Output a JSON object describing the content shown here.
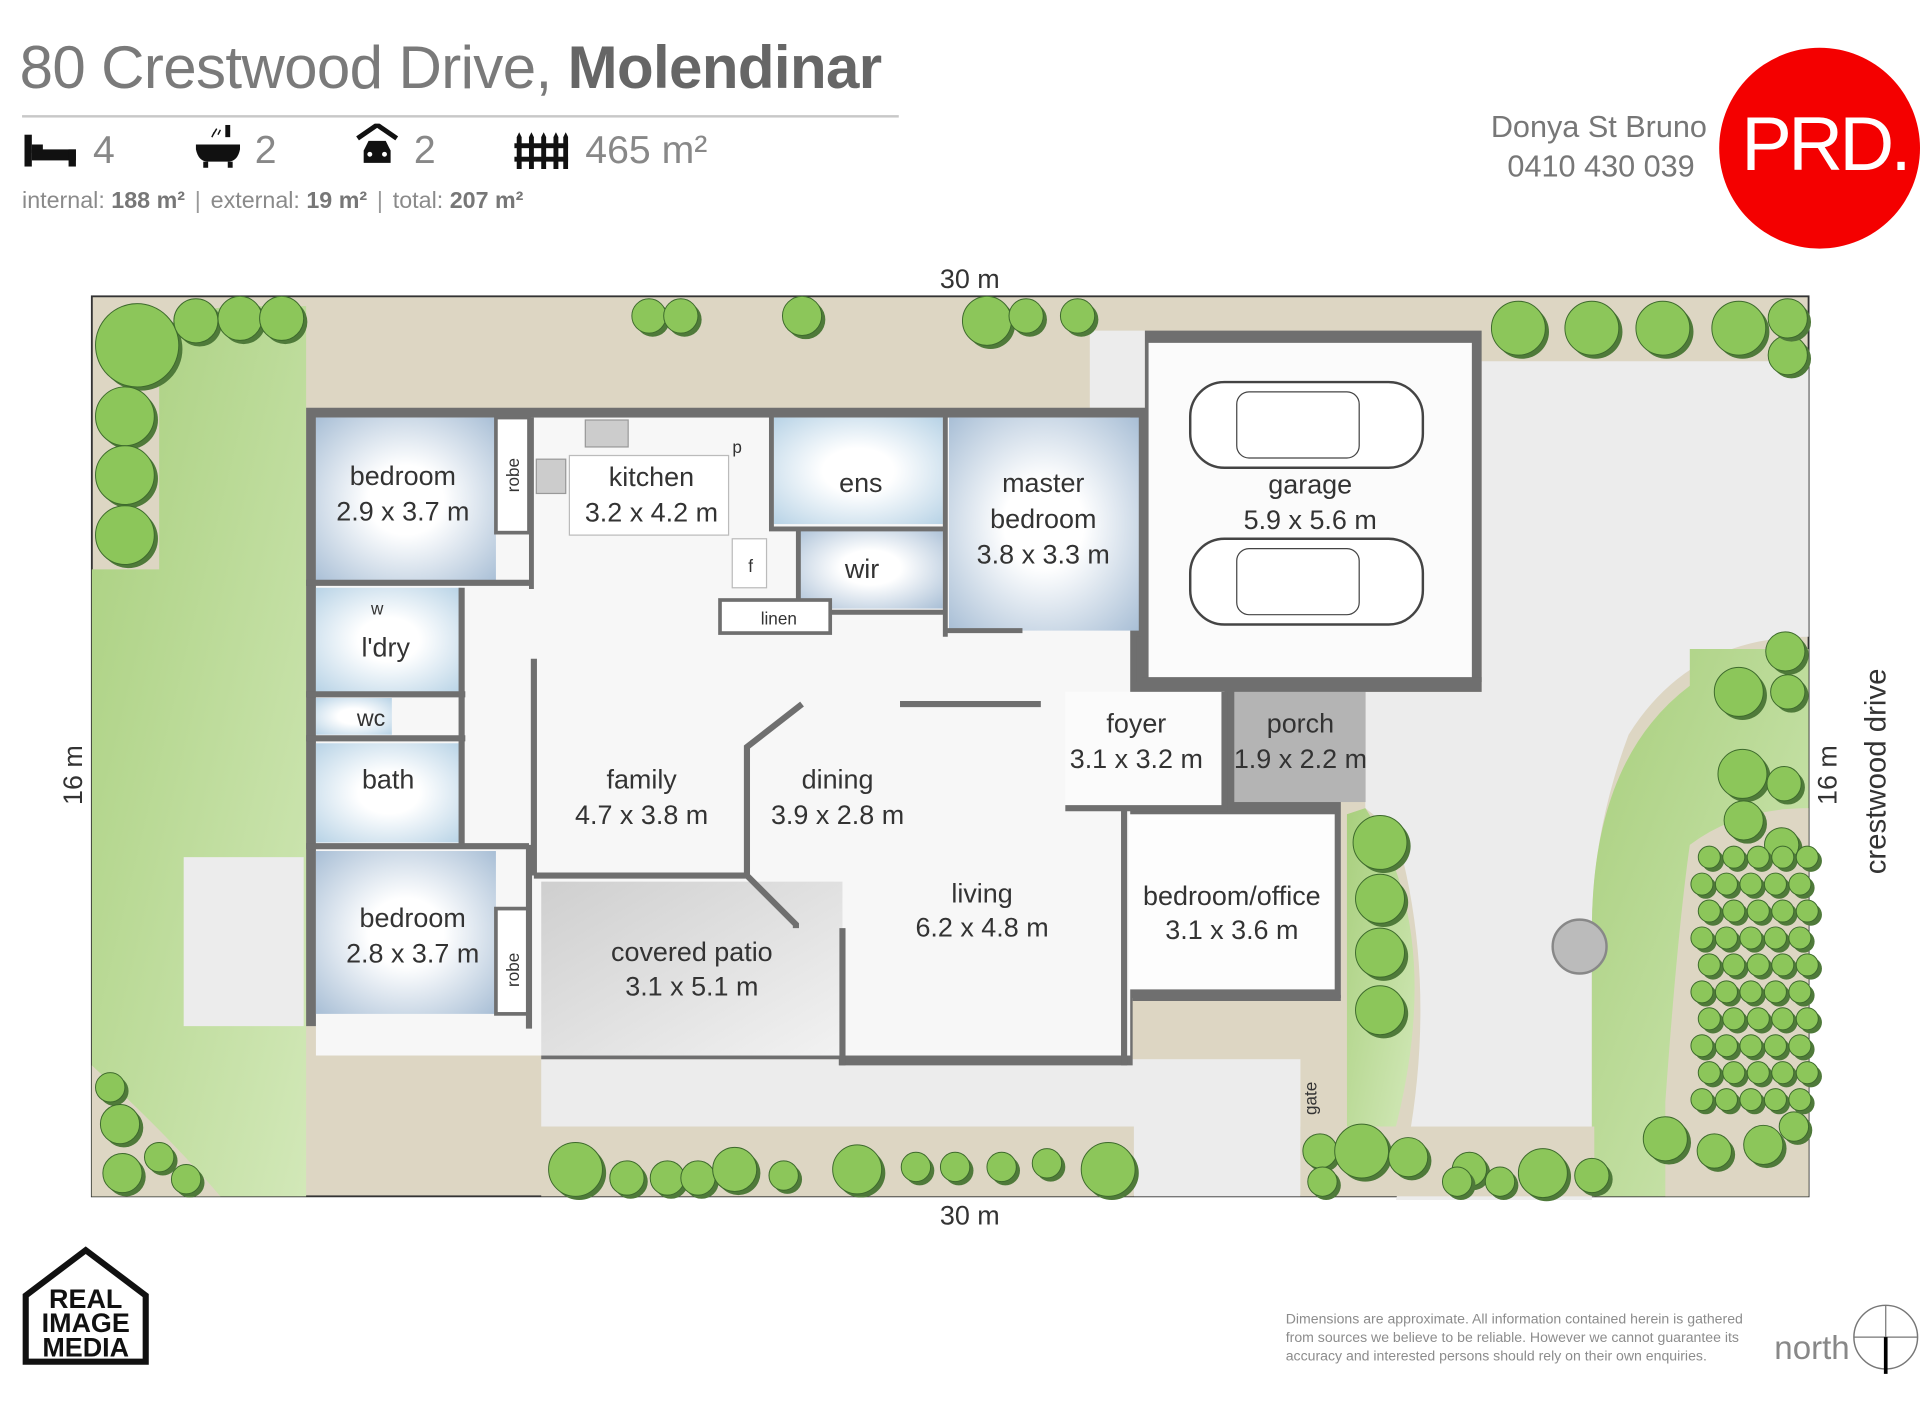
{
  "header": {
    "address_street": "80 Crestwood Drive,",
    "address_suburb": "Molendinar",
    "stats": {
      "bedrooms": "4",
      "bathrooms": "2",
      "car_spaces": "2",
      "land_area": "465 m²"
    },
    "areas": {
      "internal_label": "internal:",
      "internal_value": "188 m²",
      "external_label": "external:",
      "external_value": "19 m²",
      "total_label": "total:",
      "total_value": "207 m²"
    }
  },
  "agent": {
    "name": "Donya St Bruno",
    "phone": "0410 430 039"
  },
  "brand": {
    "logo_text": "PRD.",
    "color": "#f40000"
  },
  "plan": {
    "lot_width_top": "30 m",
    "lot_width_bottom": "30 m",
    "lot_depth_left": "16 m",
    "lot_depth_right": "16 m",
    "street": "crestwood drive",
    "rooms": [
      {
        "name": "bedroom",
        "dims": "2.9 x 3.7 m"
      },
      {
        "name": "kitchen",
        "dims": "3.2 x 4.2 m"
      },
      {
        "name": "ens",
        "dims": ""
      },
      {
        "name": "master",
        "name2": "bedroom",
        "dims": "3.8 x 3.3 m"
      },
      {
        "name": "garage",
        "dims": "5.9 x 5.6 m"
      },
      {
        "name": "wir",
        "dims": ""
      },
      {
        "name": "l'dry",
        "dims": ""
      },
      {
        "name": "wc",
        "dims": ""
      },
      {
        "name": "bath",
        "dims": ""
      },
      {
        "name": "family",
        "dims": "4.7 x 3.8 m"
      },
      {
        "name": "dining",
        "dims": "3.9 x 2.8 m"
      },
      {
        "name": "foyer",
        "dims": "3.1 x 3.2 m"
      },
      {
        "name": "porch",
        "dims": "1.9 x 2.2 m"
      },
      {
        "name": "living",
        "dims": "6.2 x 4.8 m"
      },
      {
        "name": "bedroom/office",
        "dims": "3.1 x 3.6 m"
      },
      {
        "name": "bedroom",
        "dims": "2.8 x 3.7 m"
      },
      {
        "name": "covered patio",
        "dims": "3.1 x 5.1 m"
      }
    ],
    "small_labels": {
      "robe": "robe",
      "pantry": "p",
      "fridge": "f",
      "linen": "linen",
      "washer": "w",
      "gate": "gate"
    },
    "colors": {
      "lawn": "#b9d98f",
      "paving": "#ddd6c3",
      "wall": "#6f6f6f",
      "tree": "#8cc65a"
    }
  },
  "footer": {
    "logo_lines": [
      "REAL",
      "IMAGE",
      "MEDIA"
    ],
    "disclaimer": "Dimensions are approximate.  All information contained herein is gathered from sources we believe to be reliable.  However we cannot guarantee its accuracy and interested persons should rely on their own enquiries.",
    "north_label": "north"
  }
}
